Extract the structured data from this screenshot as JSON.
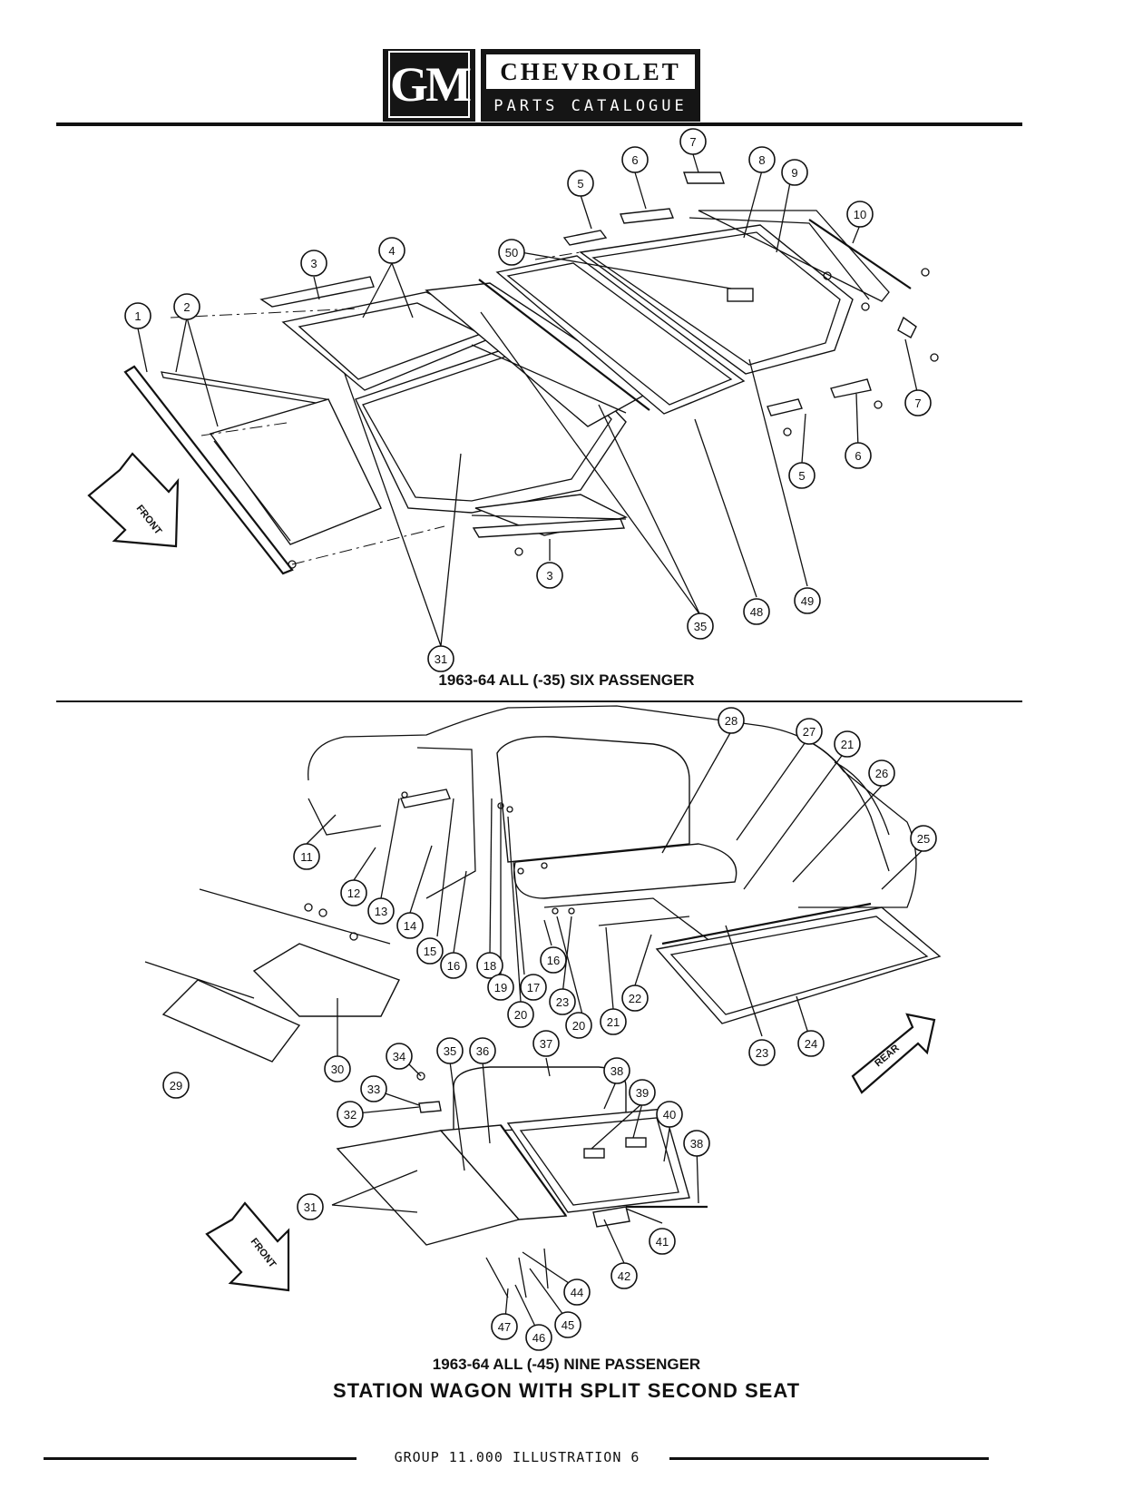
{
  "header": {
    "logo_gm": "GM",
    "logo_brand": "CHEVROLET",
    "logo_subtitle": "PARTS CATALOGUE"
  },
  "diagram1": {
    "caption": "1963-64 ALL (-35) SIX PASSENGER",
    "direction_label": "FRONT",
    "callouts": [
      "1",
      "2",
      "3",
      "3",
      "4",
      "5",
      "5",
      "6",
      "6",
      "7",
      "7",
      "8",
      "9",
      "10",
      "31",
      "35",
      "48",
      "49",
      "50"
    ]
  },
  "diagram2": {
    "caption_line1": "1963-64 ALL (-45) NINE PASSENGER",
    "caption_line2": "STATION WAGON WITH SPLIT SECOND SEAT",
    "direction_label_rear": "REAR",
    "direction_label_front": "FRONT",
    "callouts": [
      "11",
      "12",
      "13",
      "14",
      "15",
      "16",
      "16",
      "17",
      "18",
      "19",
      "20",
      "20",
      "21",
      "21",
      "22",
      "23",
      "23",
      "24",
      "25",
      "26",
      "27",
      "28",
      "29",
      "30",
      "31",
      "32",
      "33",
      "34",
      "35",
      "36",
      "37",
      "38",
      "38",
      "39",
      "40",
      "41",
      "42",
      "44",
      "45",
      "46",
      "47"
    ]
  },
  "footer": {
    "text": "GROUP 11.000 ILLUSTRATION 6"
  }
}
